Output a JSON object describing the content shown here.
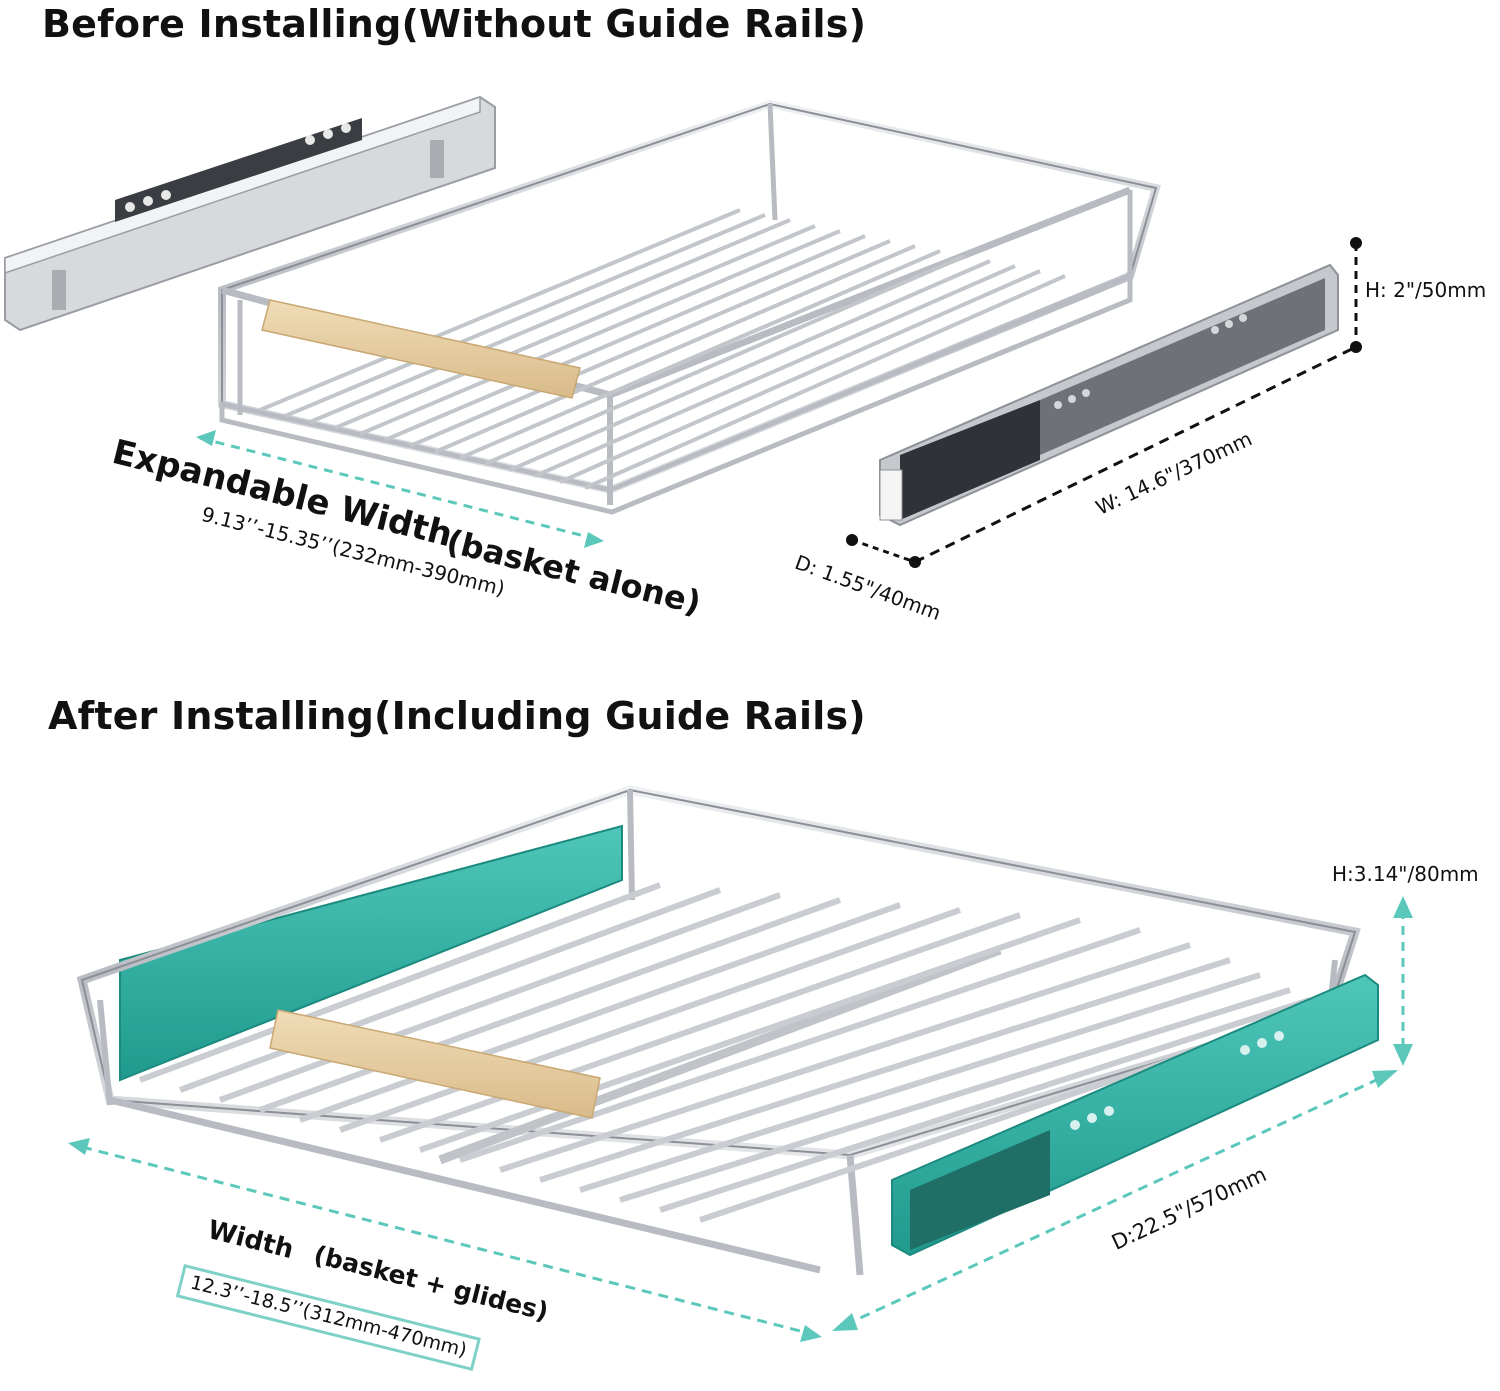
{
  "before": {
    "heading": "Before Installing(Without Guide Rails)",
    "width_label": "Expandable Width",
    "width_note": "(basket alone)",
    "width_range": "9.13’’-15.35’’(232mm-390mm)",
    "rail_height": "H: 2\"/50mm",
    "rail_width": "W: 14.6\"/370mm",
    "rail_depth": "D: 1.55\"/40mm"
  },
  "after": {
    "heading": "After Installing(Including Guide Rails)",
    "height": "H:3.14\"/80mm",
    "depth": "D:22.5\"/570mm",
    "width_label": "Width",
    "width_note": "(basket + glides)",
    "width_range": "12.3’’-18.5’’(312mm-470mm)"
  },
  "colors": {
    "teal_accent": "#3fbfb0",
    "glide_teal": "#2aa79b",
    "chrome": "#c9ccd1",
    "wood": "#e4cba1"
  }
}
